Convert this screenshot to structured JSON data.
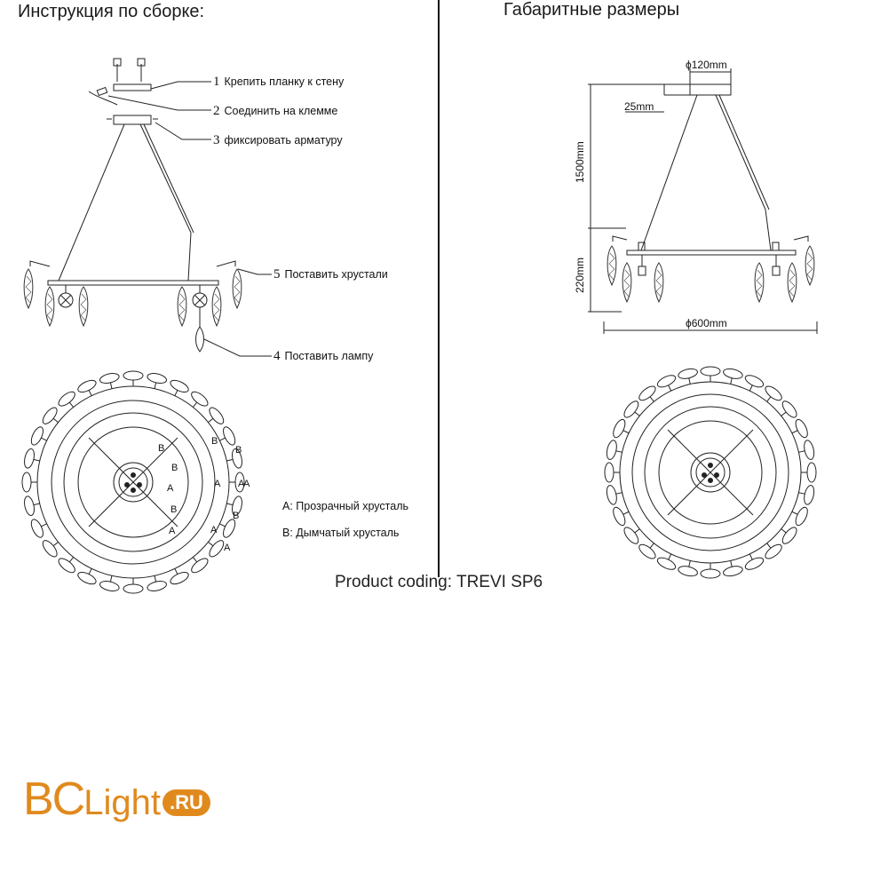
{
  "headings": {
    "assembly": "Инструкция по сборке:",
    "dimensions": "Габаритные размеры"
  },
  "steps": [
    {
      "num": "1",
      "text": "Крепить планку к стену"
    },
    {
      "num": "2",
      "text": "Соединить на клемме"
    },
    {
      "num": "3",
      "text": "фиксировать арматуру"
    },
    {
      "num": "5",
      "text": "Поставить хрустали"
    },
    {
      "num": "4",
      "text": "Поставить лампу"
    }
  ],
  "legend": {
    "a": "A:  Прозрачный хрусталь",
    "b": "B:  Дымчатый хрусталь"
  },
  "crystal_marks": [
    "B",
    "B",
    "A",
    "B",
    "A",
    "A",
    "B",
    "A",
    "B",
    "A",
    "A",
    "B",
    "A"
  ],
  "dimensions": {
    "canopy": "ϕ120mm",
    "canopy_height": "25mm",
    "suspension": "1500mm",
    "body_height": "220mm",
    "diameter": "ϕ600mm"
  },
  "product_coding": "Product coding: TREVI SP6",
  "logo": {
    "part1": "BC",
    "part2": "Light",
    "part3": ".RU",
    "color": "#e08a1e"
  }
}
